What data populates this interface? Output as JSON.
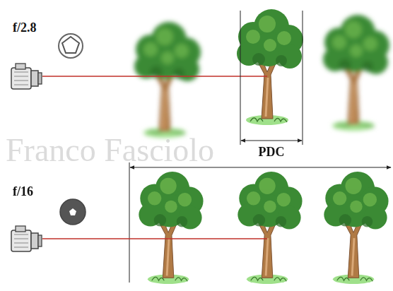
{
  "diagram": {
    "labels": [
      "f/2.8",
      "f/16",
      "PDC",
      "Franco Fasciolo"
    ]
  }
}
